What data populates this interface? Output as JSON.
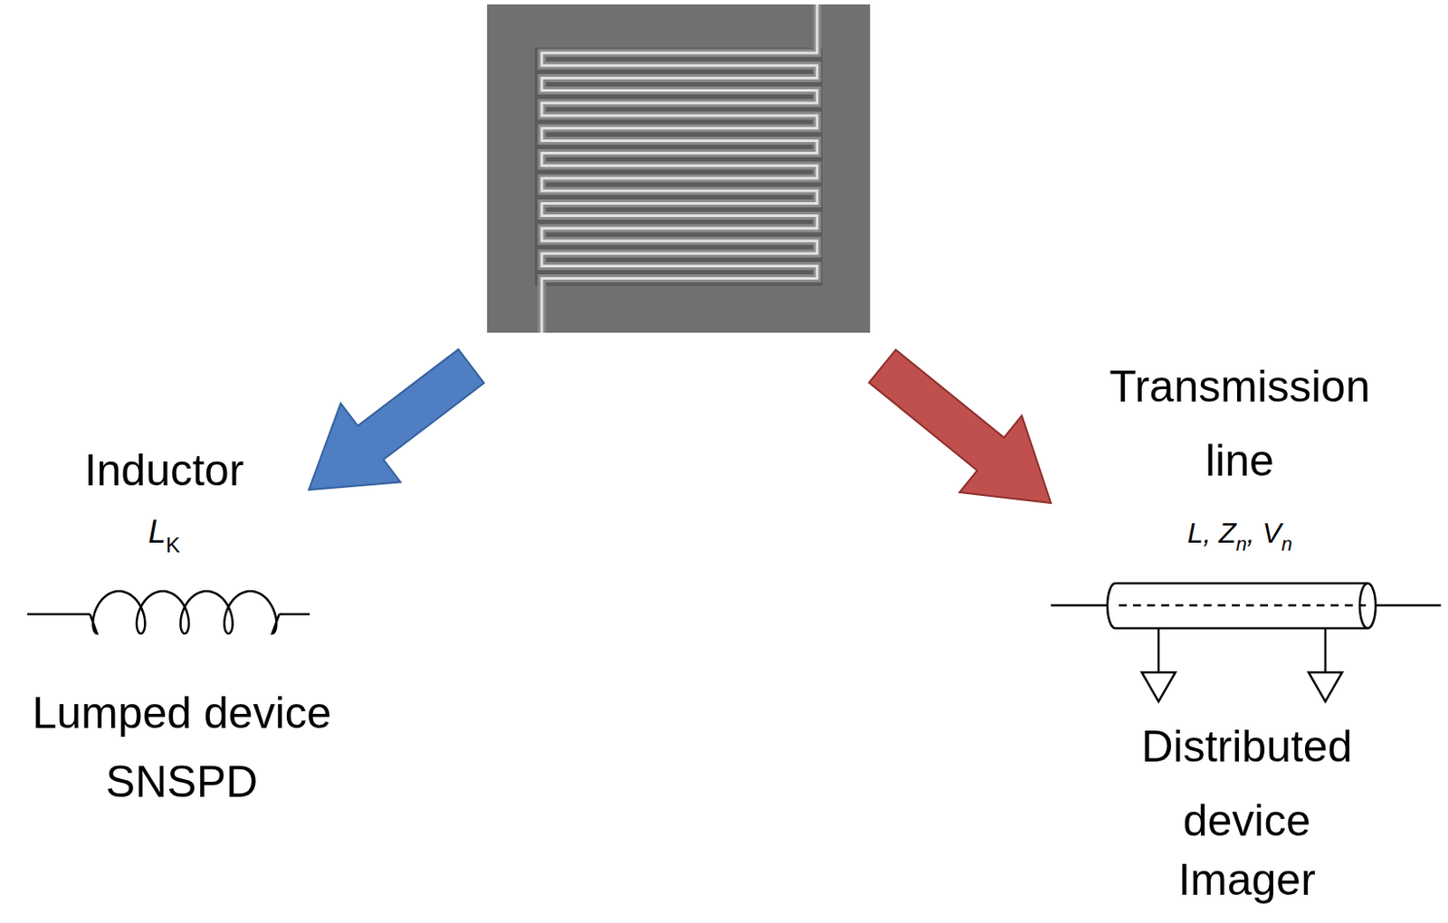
{
  "diagram": {
    "labels": [
      "Inductor",
      "L",
      "K",
      "Lumped device",
      "SNSPD",
      "Transmission line",
      "L, Z",
      "n",
      ", V",
      "n",
      "Distributed device",
      "Imager"
    ]
  }
}
